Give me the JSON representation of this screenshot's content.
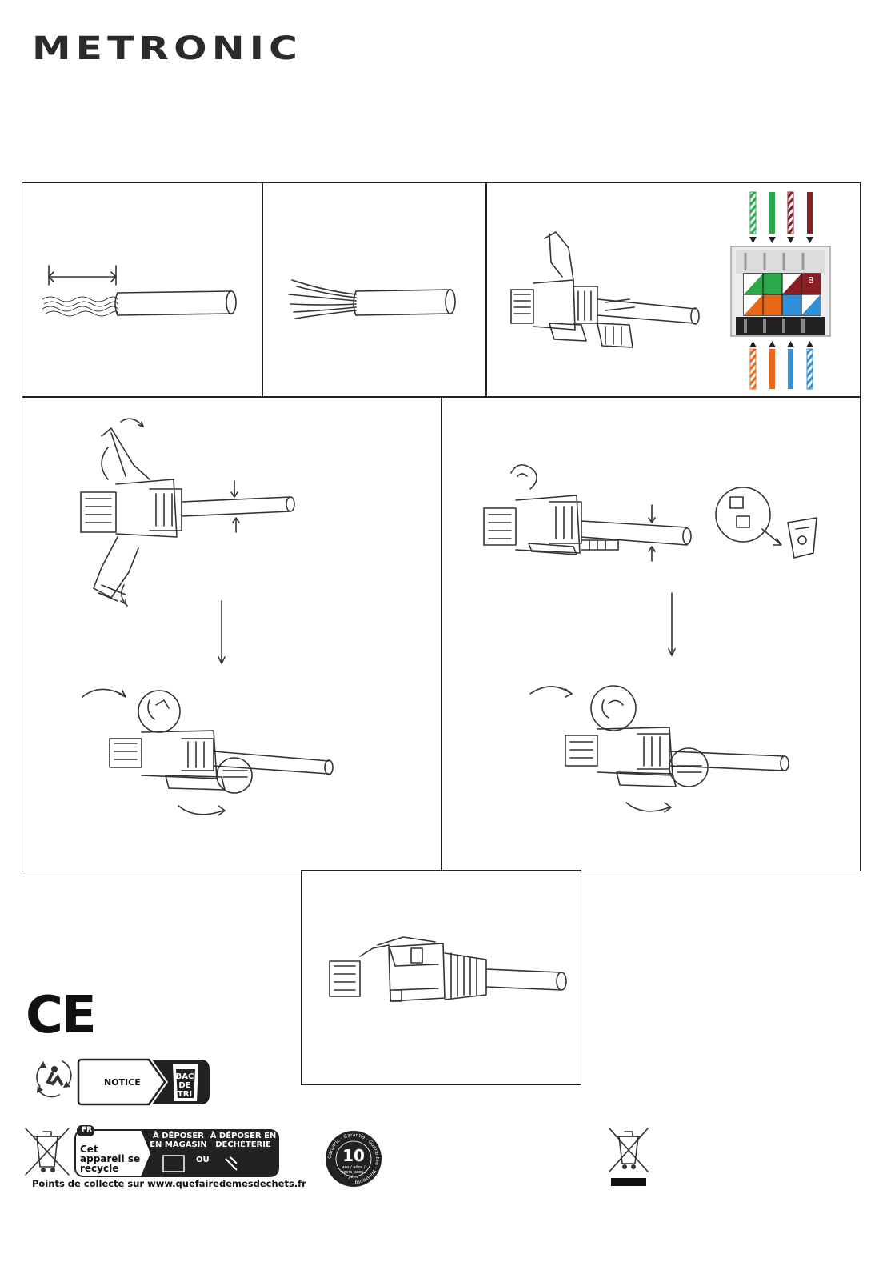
{
  "brand": {
    "logo_text": "METRONIC"
  },
  "wiring": {
    "position_label": "B"
  },
  "colors": {
    "green": "#2aa84a",
    "brown": "#8b1e24",
    "orange": "#e8681a",
    "blue": "#2f8fd8"
  },
  "marks": {
    "ce": "CE",
    "notice": "NOTICE",
    "bac_de_tri": "BAC DE TRI"
  },
  "triman": {
    "country": "FR",
    "appareil": "Cet appareil se recycle",
    "magasin": "À DÉPOSER EN MAGASIN",
    "ou": "OU",
    "decheterie": "À DÉPOSER EN DÉCHÈTERIE",
    "collecte": "Points de collecte sur www.quefairedemesdechets.fr"
  },
  "warranty": {
    "years": "10",
    "ring_text": "Garantie · Garantía · Guarantee · Waarborg",
    "sub_text": "ans / años / years jaren / Jahre"
  },
  "icons": [
    "weee-bin-icon",
    "triman-icon",
    "recycle-icon"
  ]
}
